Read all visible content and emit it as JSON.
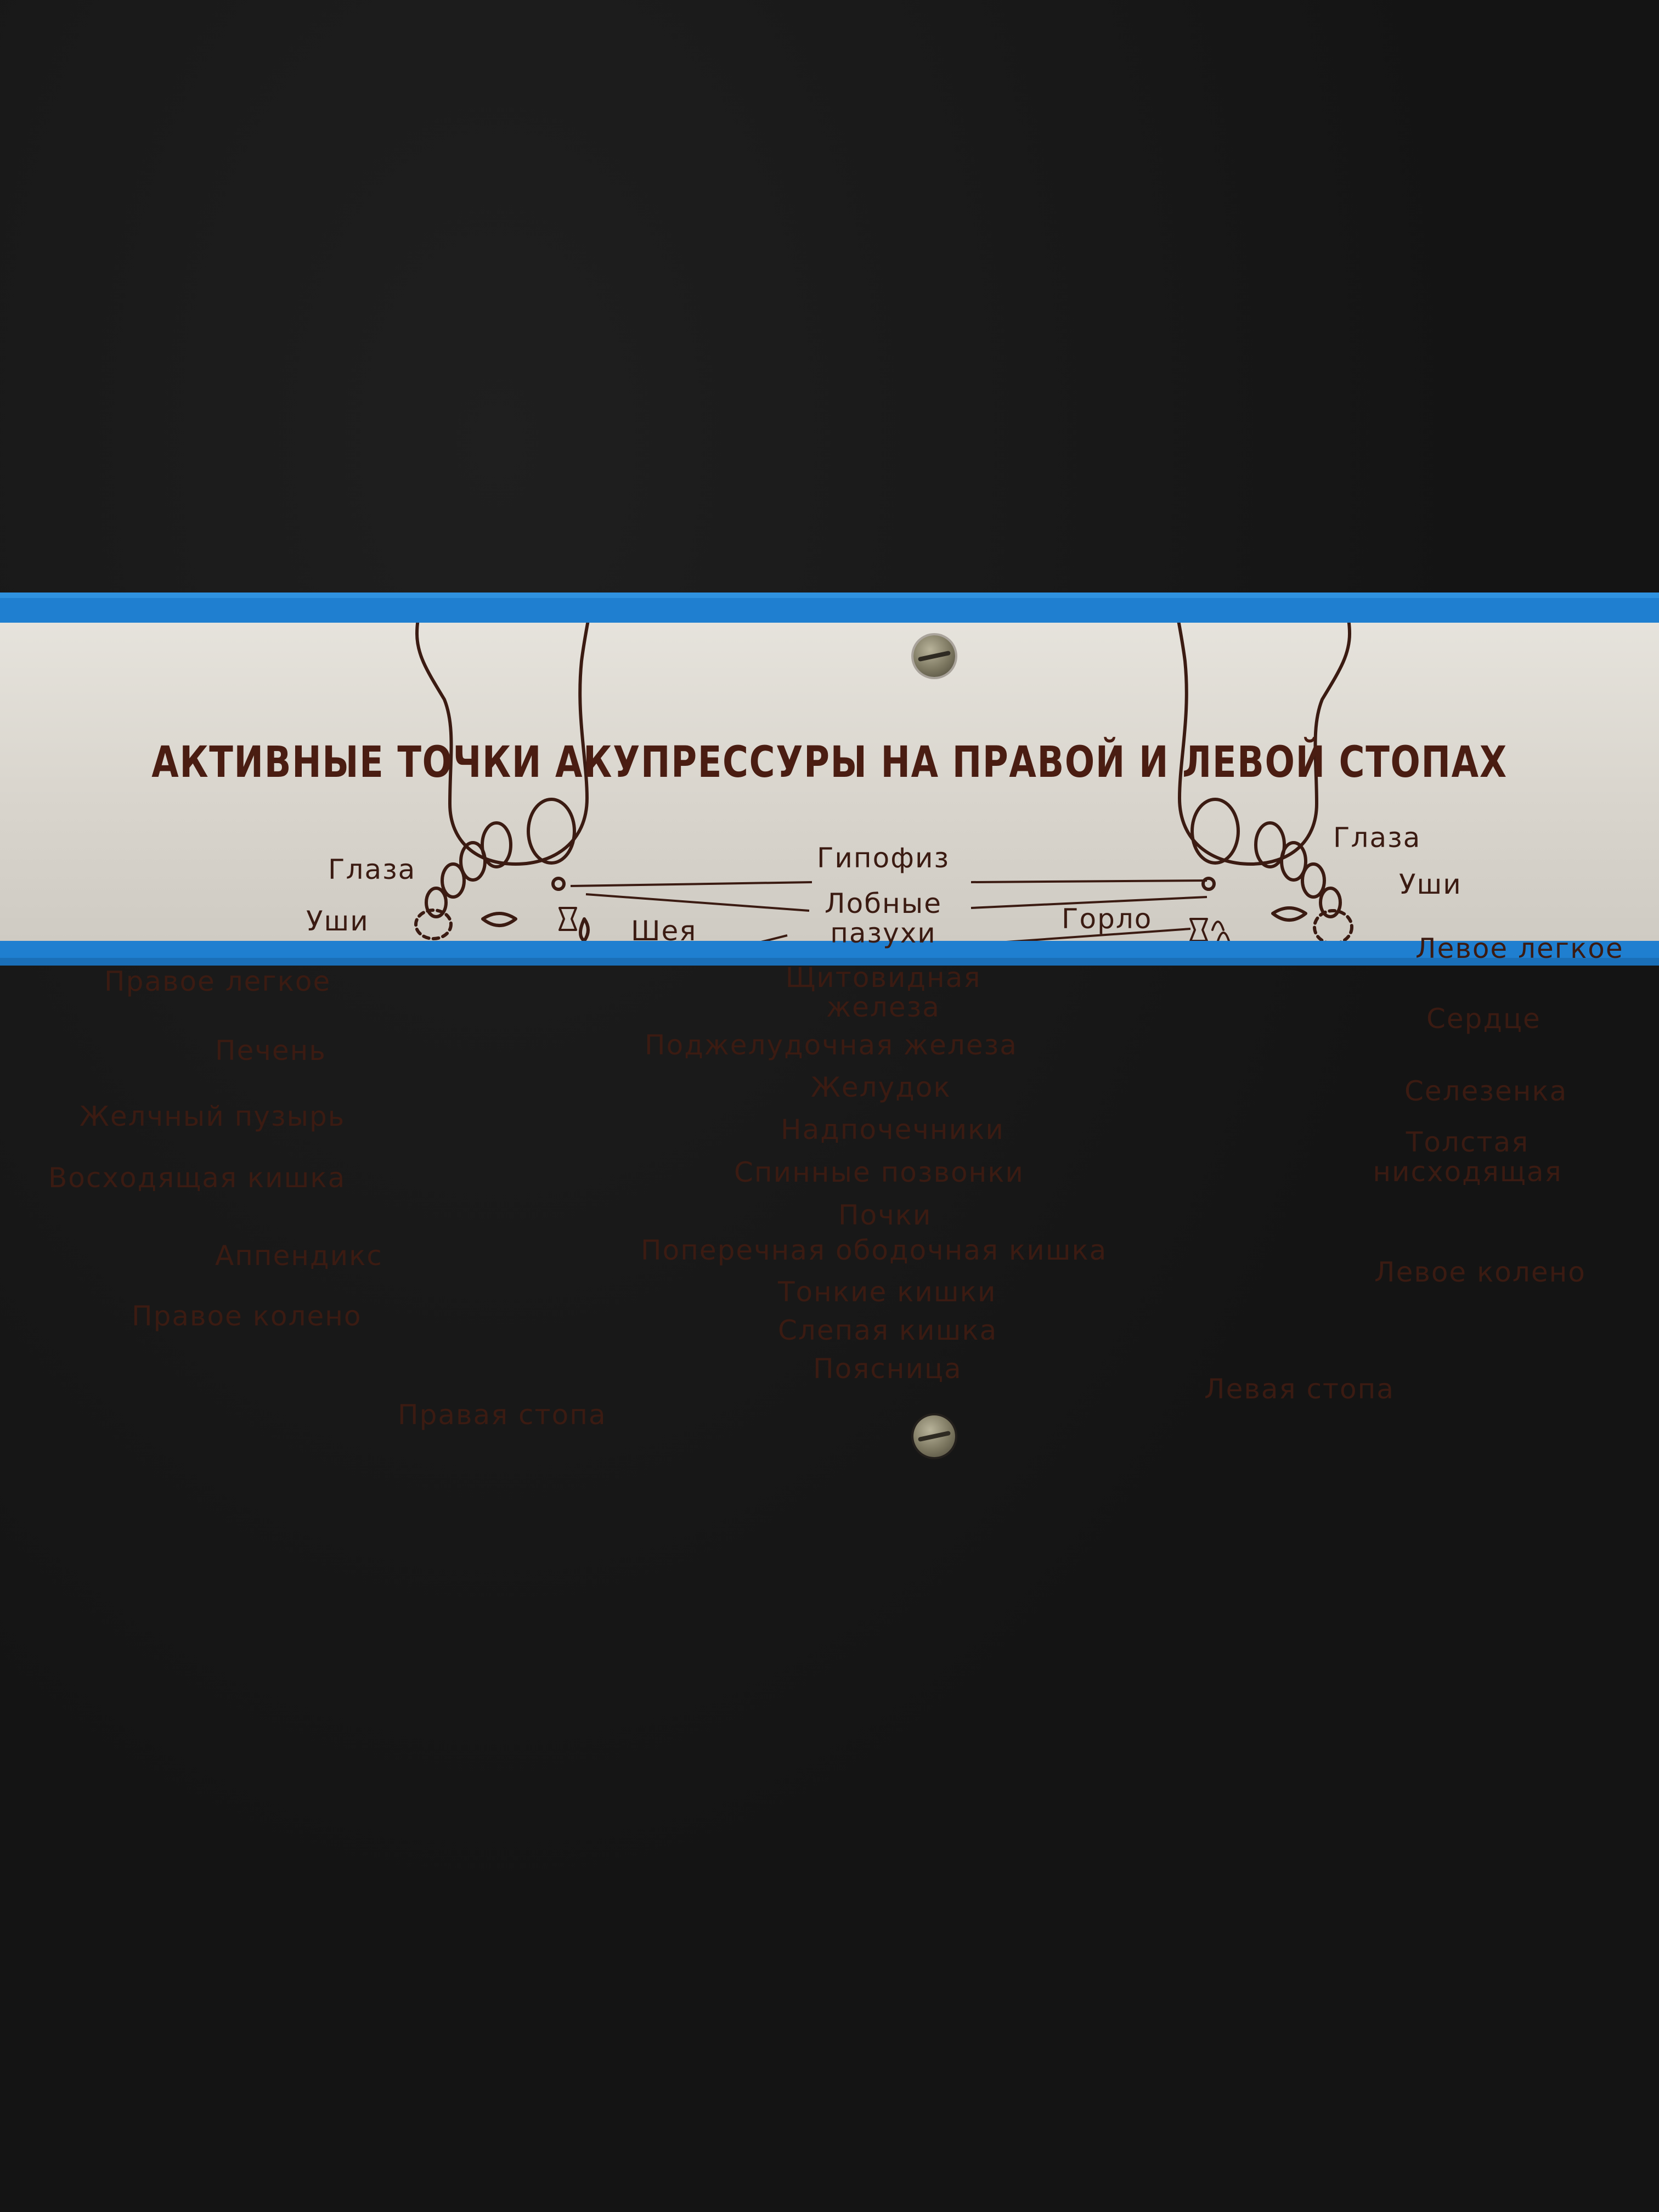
{
  "title": "АКТИВНЫЕ ТОЧКИ АКУПРЕССУРЫ НА ПРАВОЙ И ЛЕВОЙ СТОПАХ",
  "right_foot": {
    "caption": "Правая стопа",
    "labels": {
      "eyes": "Глаза",
      "ears": "Уши",
      "lung": "Правое легкое",
      "liver": "Печень",
      "gallbladder": "Желчный пузырь",
      "ascending_colon": "Восходящая кишка",
      "appendix": "Аппендикс",
      "knee": "Правое колено",
      "neck": "Шея"
    }
  },
  "left_foot": {
    "caption": "Левая стопа",
    "labels": {
      "eyes": "Глаза",
      "ears": "Уши",
      "throat": "Горло",
      "lung": "Левое легкое",
      "heart": "Сердце",
      "spleen": "Селезенка",
      "descending_colon": "Толстая\nнисходящая",
      "knee": "Левое колено"
    }
  },
  "center": {
    "pituitary": "Гипофиз",
    "sinuses": "Лобные\nпазухи",
    "thyroid": "Щитовидная\nжелеза",
    "pancreas": "Поджелудочная железа",
    "stomach": "Желудок",
    "adrenals": "Надпочечники",
    "spine": "Спинные позвонки",
    "kidneys": "Почки",
    "transverse_colon": "Поперечная ободочная кишка",
    "small_intestine": "Тонкие кишки",
    "cecum": "Слепая кишка",
    "lower_back": "Поясница"
  },
  "colors": {
    "ink": "#3b1b12",
    "frame": "#1f7fd0",
    "plate": "#dedad2",
    "background": "#151515"
  }
}
